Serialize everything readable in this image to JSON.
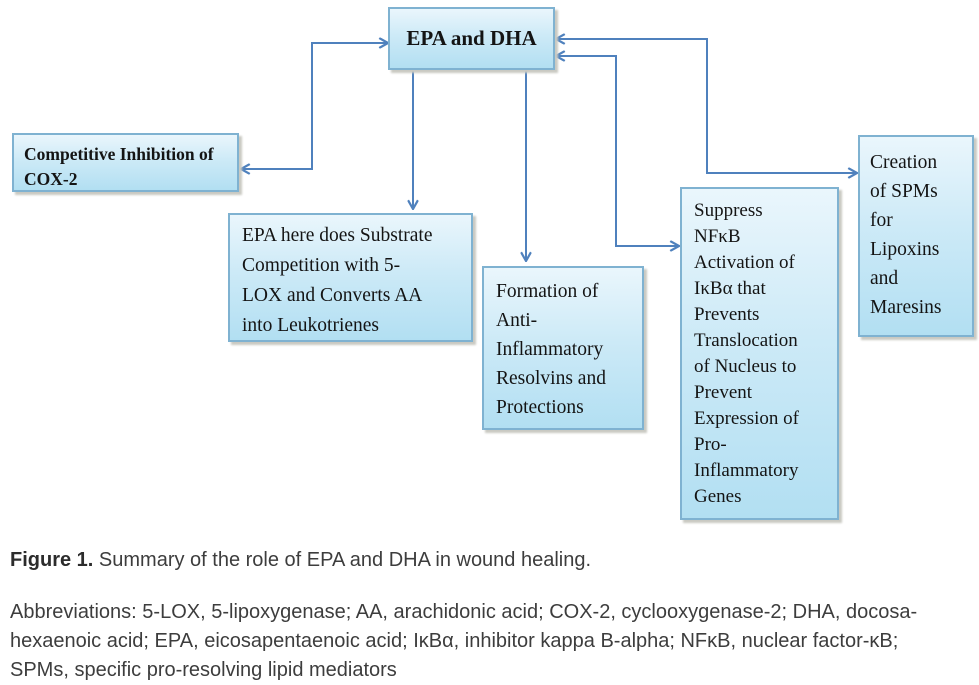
{
  "figure": {
    "nodes": {
      "epa_dha": {
        "label": "EPA and DHA"
      },
      "cox2": {
        "label": "Competitive Inhibition of\nCOX-2"
      },
      "substrate": {
        "label": "EPA here does Substrate\nCompetition with 5-\nLOX and Converts AA\ninto Leukotrienes"
      },
      "formation": {
        "label": "Formation of\nAnti-\nInflammatory\nResolvins and\nProtections"
      },
      "suppress": {
        "label": "Suppress\nNFκB\nActivation of\nIκBα that\nPrevents\nTranslocation\nof Nucleus to\nPrevent\nExpression of\nPro-\nInflammatory\nGenes"
      },
      "creation": {
        "label": "Creation\nof SPMs\nfor\nLipoxins\nand\nMaresins"
      }
    },
    "edges": [
      {
        "from": "epa_dha",
        "to": "cox2",
        "style": "elbow-double-arrow"
      },
      {
        "from": "epa_dha",
        "to": "substrate",
        "style": "straight-down-arrow"
      },
      {
        "from": "epa_dha",
        "to": "formation",
        "style": "straight-down-arrow"
      },
      {
        "from": "epa_dha",
        "to": "suppress",
        "style": "elbow-double-arrow"
      },
      {
        "from": "epa_dha",
        "to": "creation",
        "style": "elbow-double-arrow"
      }
    ],
    "colors": {
      "arrow": "#4f81bd",
      "box_fill_top": "#eaf6fc",
      "box_fill_bottom": "#b2dff2",
      "box_border": "#7fb2d1",
      "box_shadow": "#c9c9c2",
      "caption_text": "#3d3d3d"
    }
  },
  "caption": {
    "label": "Figure 1.",
    "text": " Summary of the role of EPA and DHA in wound healing."
  },
  "abbreviations": "Abbreviations: 5-LOX, 5-lipoxygenase; AA, arachidonic acid; COX-2, cyclooxygenase-2; DHA, docosa-\nhexaenoic acid; EPA, eicosapentaenoic acid; IκBα, inhibitor kappa B-alpha; NFκB, nuclear factor-κB;\nSPMs, specific pro-resolving lipid mediators"
}
